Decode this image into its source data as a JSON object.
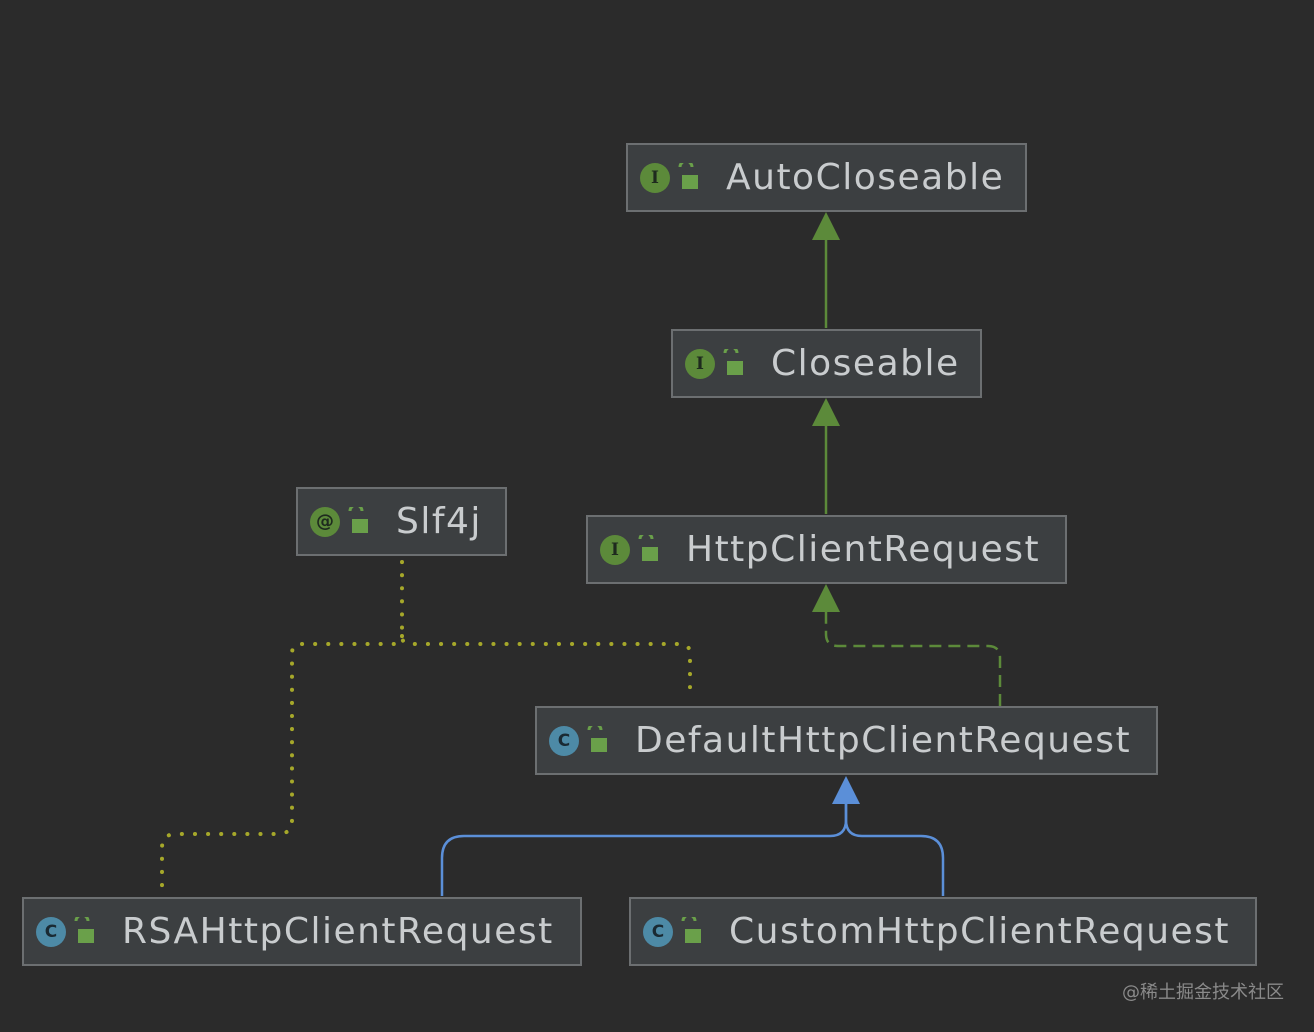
{
  "nodes": {
    "autocloseable": {
      "label": "AutoCloseable",
      "kind": "interface",
      "badge": "I"
    },
    "closeable": {
      "label": "Closeable",
      "kind": "interface",
      "badge": "I"
    },
    "httpclientrequest": {
      "label": "HttpClientRequest",
      "kind": "interface",
      "badge": "I"
    },
    "slf4j": {
      "label": "Slf4j",
      "kind": "annotation",
      "badge": "@"
    },
    "defaulthttpclientrequest": {
      "label": "DefaultHttpClientRequest",
      "kind": "class",
      "badge": "C"
    },
    "rsahttpclientrequest": {
      "label": "RSAHttpClientRequest",
      "kind": "class",
      "badge": "C"
    },
    "customhttpclientrequest": {
      "label": "CustomHttpClientRequest",
      "kind": "class",
      "badge": "C"
    }
  },
  "edges": [
    {
      "from": "closeable",
      "to": "autocloseable",
      "type": "extends-interface"
    },
    {
      "from": "httpclientrequest",
      "to": "closeable",
      "type": "extends-interface"
    },
    {
      "from": "defaulthttpclientrequest",
      "to": "httpclientrequest",
      "type": "implements"
    },
    {
      "from": "rsahttpclientrequest",
      "to": "defaulthttpclientrequest",
      "type": "extends-class"
    },
    {
      "from": "customhttpclientrequest",
      "to": "defaulthttpclientrequest",
      "type": "extends-class"
    },
    {
      "from": "slf4j",
      "to": "defaulthttpclientrequest",
      "type": "annotated"
    },
    {
      "from": "slf4j",
      "to": "rsahttpclientrequest",
      "type": "annotated"
    }
  ],
  "colors": {
    "background": "#2b2b2b",
    "interface_edge": "#5c8a3a",
    "class_edge": "#5b8fd8",
    "annotation_edge": "#a6a82a"
  },
  "watermark": "@稀土掘金技术社区"
}
